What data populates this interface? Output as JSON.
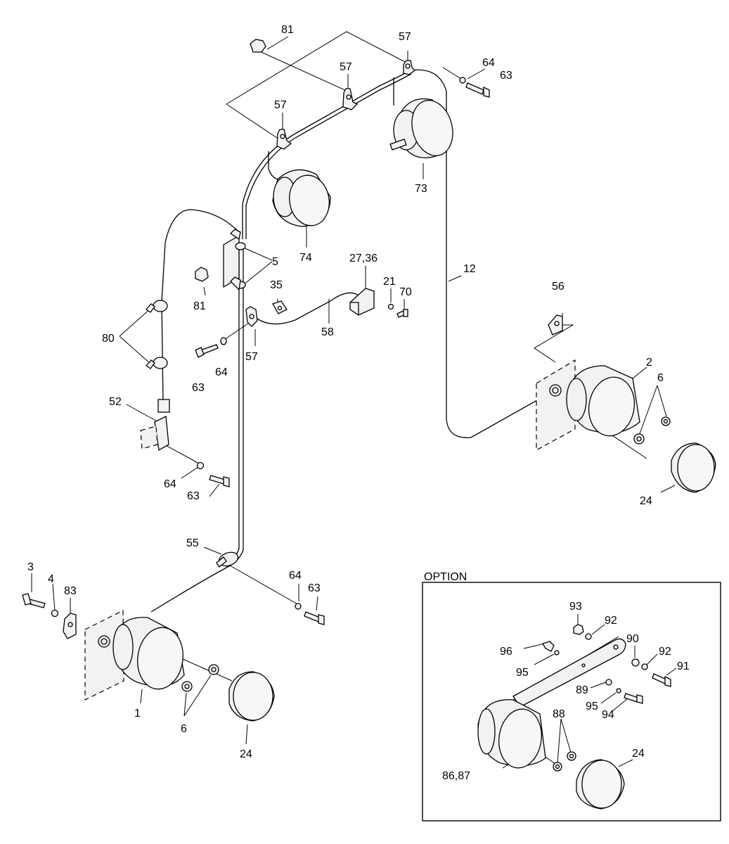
{
  "option_label": "OPTION",
  "callouts": [
    {
      "id": "c81a",
      "text": "81"
    },
    {
      "id": "c57a",
      "text": "57"
    },
    {
      "id": "c57b",
      "text": "57"
    },
    {
      "id": "c57c",
      "text": "57"
    },
    {
      "id": "c64a",
      "text": "64"
    },
    {
      "id": "c63a",
      "text": "63"
    },
    {
      "id": "c73",
      "text": "73"
    },
    {
      "id": "c74",
      "text": "74"
    },
    {
      "id": "c5",
      "text": "5"
    },
    {
      "id": "c27",
      "text": "27,36"
    },
    {
      "id": "c12",
      "text": "12"
    },
    {
      "id": "c21",
      "text": "21"
    },
    {
      "id": "c70",
      "text": "70"
    },
    {
      "id": "c35",
      "text": "35"
    },
    {
      "id": "c81b",
      "text": "81"
    },
    {
      "id": "c56",
      "text": "56"
    },
    {
      "id": "c58",
      "text": "58"
    },
    {
      "id": "c57d",
      "text": "57"
    },
    {
      "id": "c80",
      "text": "80"
    },
    {
      "id": "c64b",
      "text": "64"
    },
    {
      "id": "c63b",
      "text": "63"
    },
    {
      "id": "c2",
      "text": "2"
    },
    {
      "id": "c6a",
      "text": "6"
    },
    {
      "id": "c52",
      "text": "52"
    },
    {
      "id": "c64c",
      "text": "64"
    },
    {
      "id": "c63c",
      "text": "63"
    },
    {
      "id": "c24a",
      "text": "24"
    },
    {
      "id": "c55",
      "text": "55"
    },
    {
      "id": "c3",
      "text": "3"
    },
    {
      "id": "c4",
      "text": "4"
    },
    {
      "id": "c83",
      "text": "83"
    },
    {
      "id": "c64d",
      "text": "64"
    },
    {
      "id": "c63d",
      "text": "63"
    },
    {
      "id": "c1",
      "text": "1"
    },
    {
      "id": "c6b",
      "text": "6"
    },
    {
      "id": "c24b",
      "text": "24"
    },
    {
      "id": "c93",
      "text": "93"
    },
    {
      "id": "c92a",
      "text": "92"
    },
    {
      "id": "c96",
      "text": "96"
    },
    {
      "id": "c90",
      "text": "90"
    },
    {
      "id": "c92b",
      "text": "92"
    },
    {
      "id": "c95a",
      "text": "95"
    },
    {
      "id": "c91",
      "text": "91"
    },
    {
      "id": "c89",
      "text": "89"
    },
    {
      "id": "c95b",
      "text": "95"
    },
    {
      "id": "c94",
      "text": "94"
    },
    {
      "id": "c88",
      "text": "88"
    },
    {
      "id": "c24c",
      "text": "24"
    },
    {
      "id": "c86",
      "text": "86,87"
    }
  ]
}
